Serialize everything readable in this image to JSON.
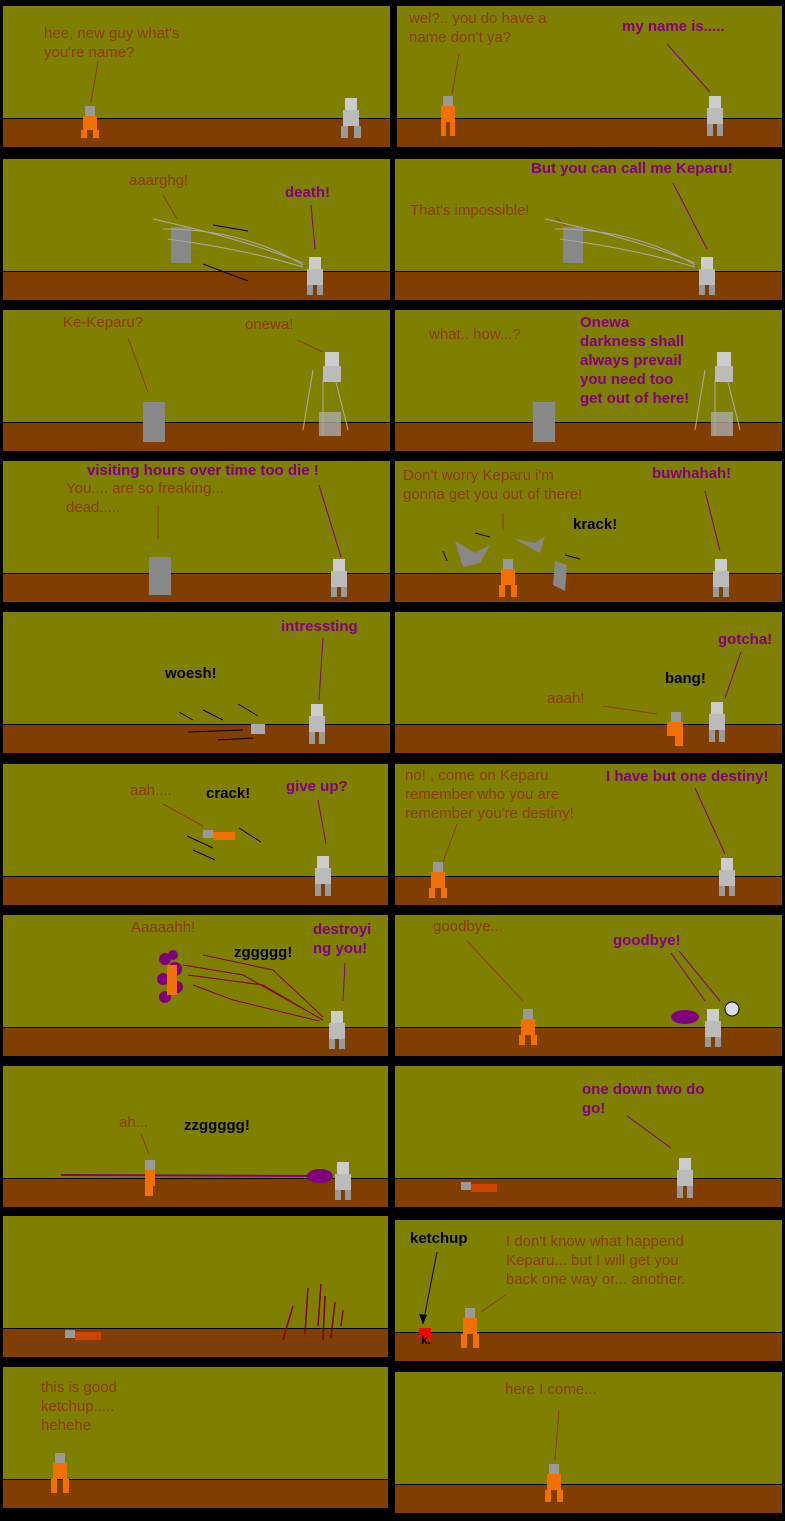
{
  "comic": {
    "panels": [
      {
        "id": 1,
        "lines": [
          {
            "text": "hee, new guy what's\nyou're name?",
            "color": "brown"
          }
        ]
      },
      {
        "id": 2,
        "lines": [
          {
            "text": "wel?.. you do have a\nname don't ya?",
            "color": "brown"
          },
          {
            "text": "my name is.....",
            "color": "purple"
          }
        ]
      },
      {
        "id": 3,
        "lines": [
          {
            "text": "aaarghg!",
            "color": "brown"
          },
          {
            "text": "death!",
            "color": "purple"
          }
        ]
      },
      {
        "id": 4,
        "lines": [
          {
            "text": "But you can call me Keparu!",
            "color": "purple"
          },
          {
            "text": "That's impossible!",
            "color": "brown"
          }
        ]
      },
      {
        "id": 5,
        "lines": [
          {
            "text": "Ke-Keparu?",
            "color": "brown"
          },
          {
            "text": "onewa!",
            "color": "brown"
          }
        ]
      },
      {
        "id": 6,
        "lines": [
          {
            "text": "what.. how...?",
            "color": "brown"
          },
          {
            "text": "Onewa\ndarkness shall\nalways prevail\nyou need too\nget out of here!",
            "color": "purple"
          }
        ]
      },
      {
        "id": 7,
        "lines": [
          {
            "text": "visiting hours over time too die !",
            "color": "purple"
          },
          {
            "text": "You.... are so freaking...\ndead.....",
            "color": "brown"
          }
        ]
      },
      {
        "id": 8,
        "lines": [
          {
            "text": "Don't worry Keparu i'm\ngonna get you out of there!",
            "color": "brown"
          },
          {
            "text": "buwhahah!",
            "color": "purple"
          },
          {
            "text": "krack!",
            "color": "black"
          }
        ]
      },
      {
        "id": 9,
        "lines": [
          {
            "text": "intressting",
            "color": "purple"
          },
          {
            "text": "woesh!",
            "color": "black"
          }
        ]
      },
      {
        "id": 10,
        "lines": [
          {
            "text": "gotcha!",
            "color": "purple"
          },
          {
            "text": "bang!",
            "color": "black"
          },
          {
            "text": "aaah!",
            "color": "brown"
          }
        ]
      },
      {
        "id": 11,
        "lines": [
          {
            "text": "aah....",
            "color": "brown"
          },
          {
            "text": "crack!",
            "color": "black"
          },
          {
            "text": "give up?",
            "color": "purple"
          }
        ]
      },
      {
        "id": 12,
        "lines": [
          {
            "text": "no! , come on Keparu\nremember who you are\nremember you're destiny!",
            "color": "brown"
          },
          {
            "text": "I have but one destiny!",
            "color": "purple"
          }
        ]
      },
      {
        "id": 13,
        "lines": [
          {
            "text": "Aaaaahh!",
            "color": "brown"
          },
          {
            "text": "zggggg!",
            "color": "black"
          },
          {
            "text": "destroyi\nng you!",
            "color": "purple"
          }
        ]
      },
      {
        "id": 14,
        "lines": [
          {
            "text": "goodbye...",
            "color": "brown"
          },
          {
            "text": "goodbye!",
            "color": "purple"
          }
        ]
      },
      {
        "id": 15,
        "lines": [
          {
            "text": "ah...",
            "color": "brown"
          },
          {
            "text": "zzggggg!",
            "color": "black"
          }
        ]
      },
      {
        "id": 16,
        "lines": [
          {
            "text": "one down two do\ngo!",
            "color": "purple"
          }
        ]
      },
      {
        "id": 17,
        "lines": []
      },
      {
        "id": 18,
        "lines": [
          {
            "text": "ketchup",
            "color": "black"
          },
          {
            "text": "I don't know what happend\nKeparu... but I will get you\nback one way or... another.",
            "color": "brown"
          },
          {
            "text": "k.",
            "color": "black"
          }
        ]
      },
      {
        "id": 19,
        "lines": [
          {
            "text": "this is good\nketchup.....\nhehehe",
            "color": "brown"
          }
        ]
      },
      {
        "id": 20,
        "lines": [
          {
            "text": "here I come...",
            "color": "brown"
          }
        ]
      }
    ],
    "colors": {
      "sky": "#808000",
      "ground": "#803e00",
      "brown_text": "#8b3a00",
      "purple_text": "#800080",
      "black_text": "#000000"
    }
  }
}
